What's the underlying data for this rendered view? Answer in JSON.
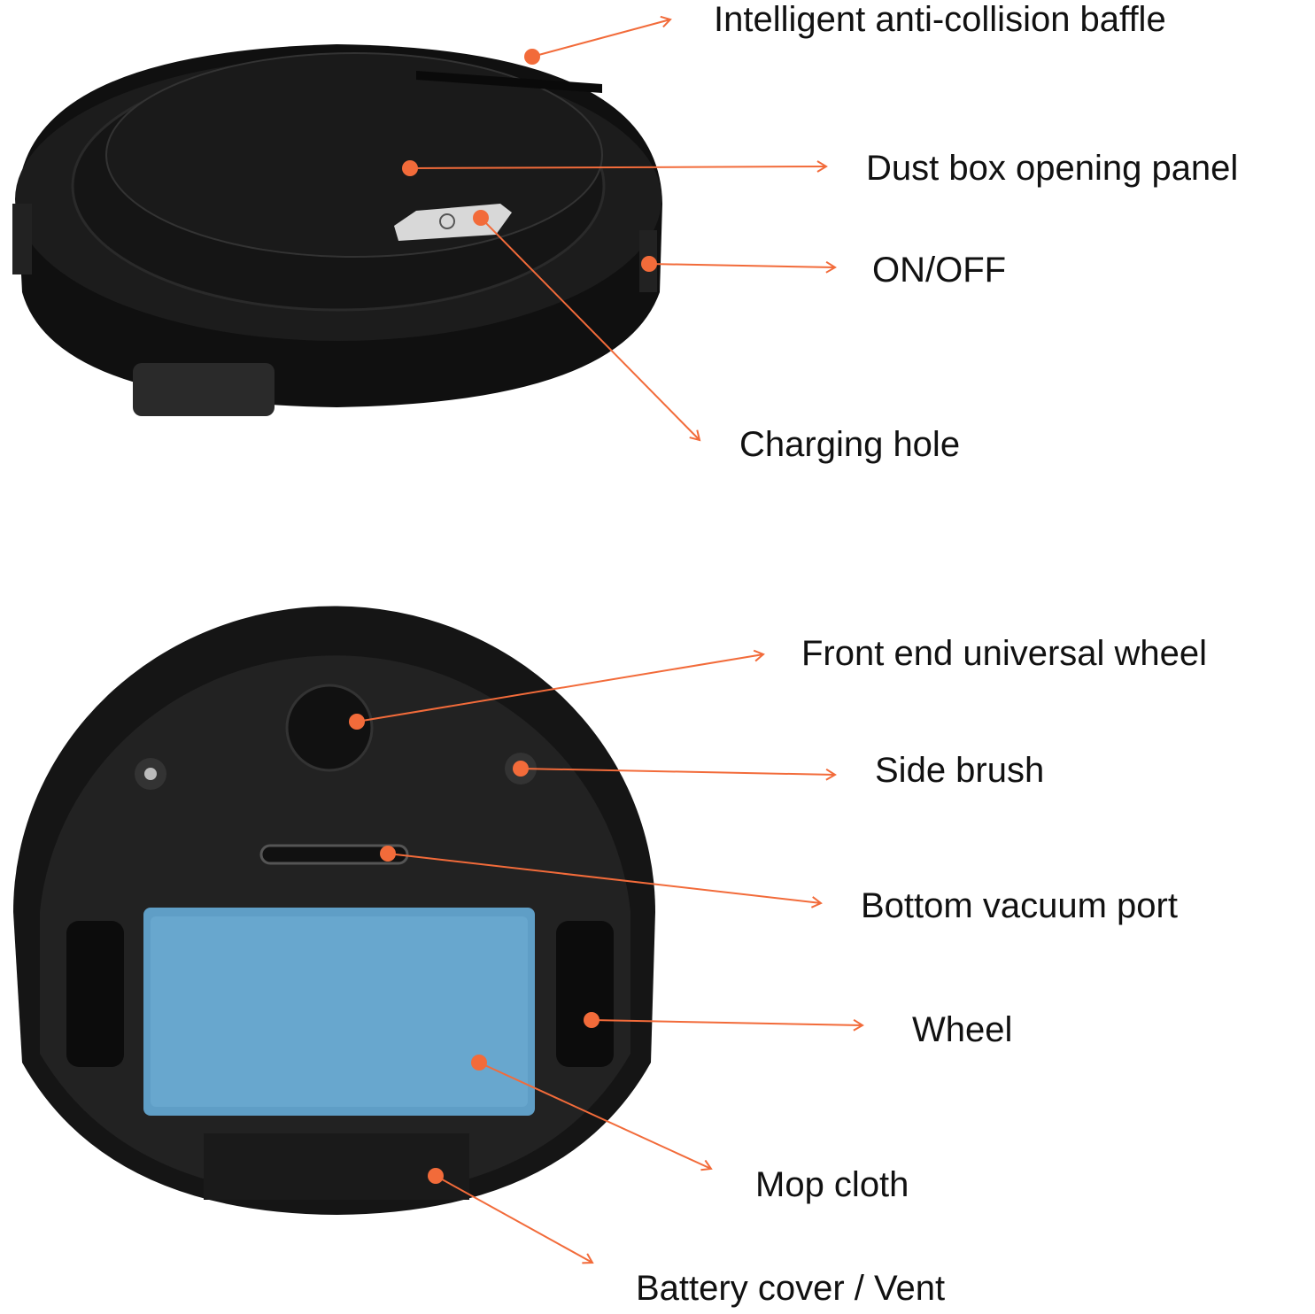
{
  "accent_color": "#f26b3a",
  "callouts": [
    {
      "label": "Intelligent anti-collision baffle"
    },
    {
      "label": "Dust box opening panel"
    },
    {
      "label": "ON/OFF"
    },
    {
      "label": "Charging hole"
    },
    {
      "label": "Front end universal wheel"
    },
    {
      "label": "Side brush"
    },
    {
      "label": "Bottom vacuum port"
    },
    {
      "label": "Wheel"
    },
    {
      "label": "Mop cloth"
    },
    {
      "label": "Battery cover / Vent"
    }
  ]
}
